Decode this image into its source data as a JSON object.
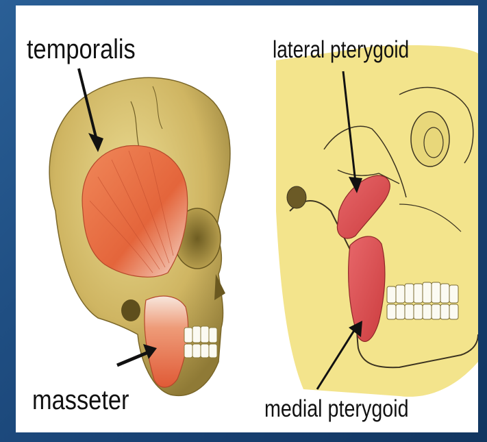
{
  "labels": {
    "temporalis": "temporalis",
    "lateral_pterygoid": "lateral pterygoid",
    "masseter": "masseter",
    "medial_pterygoid": "medial pterygoid"
  },
  "colors": {
    "background": "#1f4e82",
    "bone": "#d9c26e",
    "bone_dark": "#8c7a35",
    "panel_yellow": "#f3e48c",
    "muscle": "#e2643c",
    "muscle_pterygoid": "#d94a4a",
    "teeth": "#fbfaf2",
    "label_text": "#111111"
  }
}
